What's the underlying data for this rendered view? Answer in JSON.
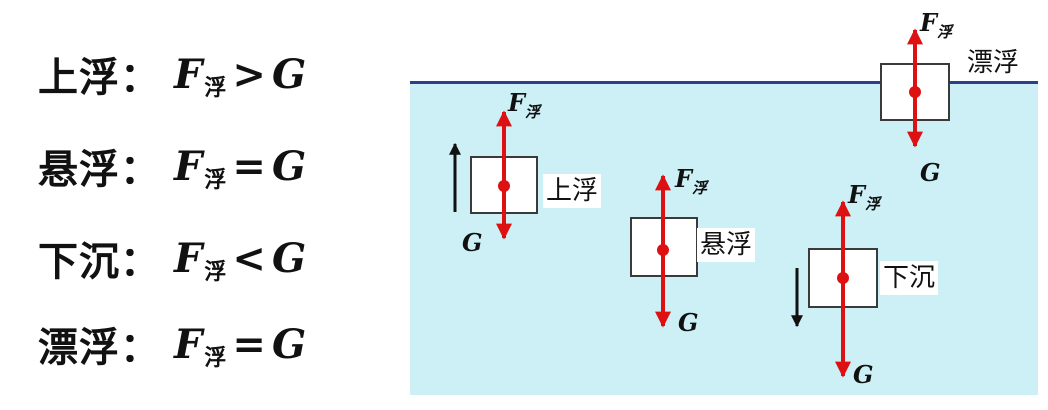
{
  "conditions": [
    {
      "state": "上浮",
      "colon": "：",
      "force": "F",
      "sub": "浮",
      "relation": ">",
      "weight": "G"
    },
    {
      "state": "悬浮",
      "colon": "：",
      "force": "F",
      "sub": "浮",
      "relation": "=",
      "weight": "G"
    },
    {
      "state": "下沉",
      "colon": "：",
      "force": "F",
      "sub": "浮",
      "relation": "<",
      "weight": "G"
    },
    {
      "state": "漂浮",
      "colon": "：",
      "force": "F",
      "sub": "浮",
      "relation": "=",
      "weight": "G"
    }
  ],
  "diagram": {
    "objects": [
      {
        "label": "上浮",
        "buoyancy_label": "F",
        "buoyancy_sub": "浮",
        "gravity_label": "G"
      },
      {
        "label": "悬浮",
        "buoyancy_label": "F",
        "buoyancy_sub": "浮",
        "gravity_label": "G"
      },
      {
        "label": "下沉",
        "buoyancy_label": "F",
        "buoyancy_sub": "浮",
        "gravity_label": "G"
      },
      {
        "label": "漂浮",
        "buoyancy_label": "F",
        "buoyancy_sub": "浮",
        "gravity_label": "G"
      }
    ],
    "colors": {
      "water": "#ccf0f5",
      "surface": "#2b3f8c",
      "force_arrow": "#dd1111",
      "motion_arrow": "#111111"
    }
  }
}
